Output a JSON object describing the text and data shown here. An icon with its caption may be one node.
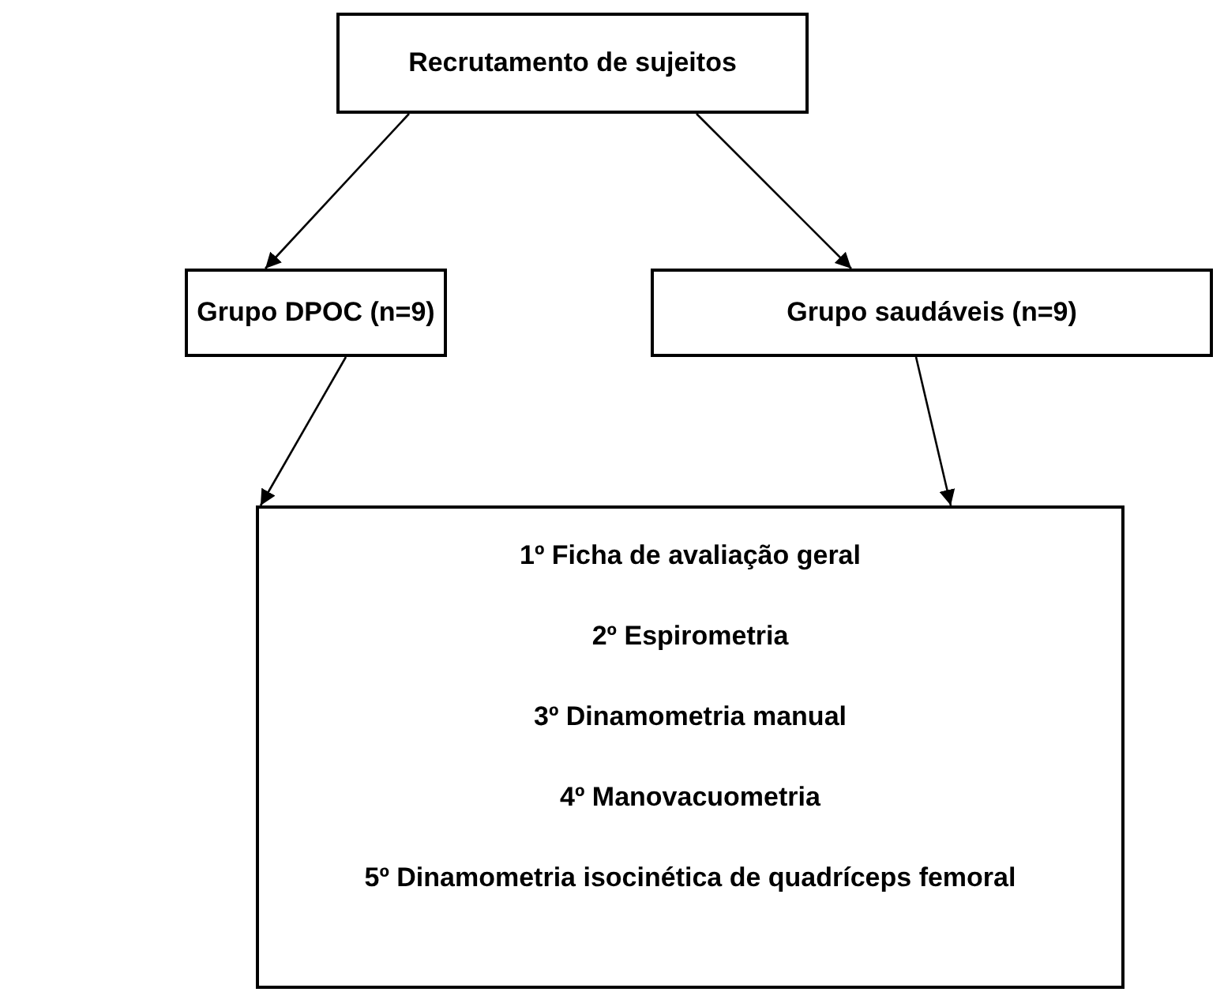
{
  "diagram": {
    "nodes": [
      {
        "text": [
          "Recrutamento de sujeitos"
        ]
      },
      {
        "text": [
          "Grupo DPOC (n=9)"
        ]
      },
      {
        "text": [
          "Grupo saudáveis (n=9)"
        ]
      },
      {
        "text": [
          "1º Ficha de avaliação geral",
          "2º Espirometria",
          "3º Dinamometria manual",
          "4º Manovacuometria",
          "5º Dinamometria isocinética de quadríceps femoral"
        ]
      }
    ],
    "edges": [
      {
        "from": 0,
        "to": 1,
        "arrow": "to"
      },
      {
        "from": 0,
        "to": 2,
        "arrow": "to"
      },
      {
        "from": 1,
        "to": 3,
        "arrow": "to"
      },
      {
        "from": 2,
        "to": 3,
        "arrow": "to"
      }
    ]
  }
}
